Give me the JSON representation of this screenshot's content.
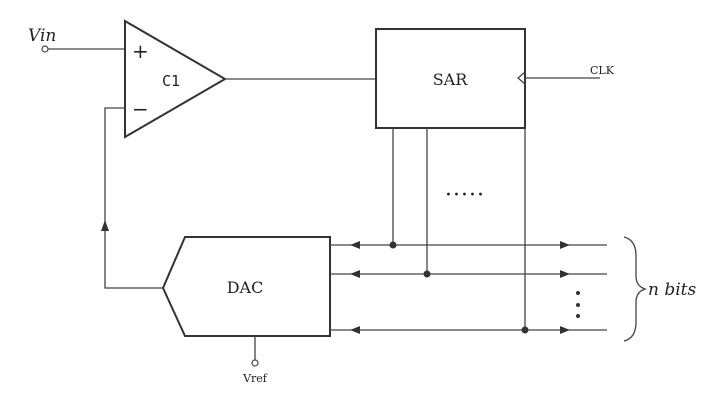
{
  "labels": {
    "vin": "Vin",
    "comparator": "C1",
    "plus": "+",
    "minus": "−",
    "sar": "SAR",
    "clk": "CLK",
    "dac": "DAC",
    "vref": "Vref",
    "h_dots": "·····",
    "n_bits": "n bits"
  }
}
